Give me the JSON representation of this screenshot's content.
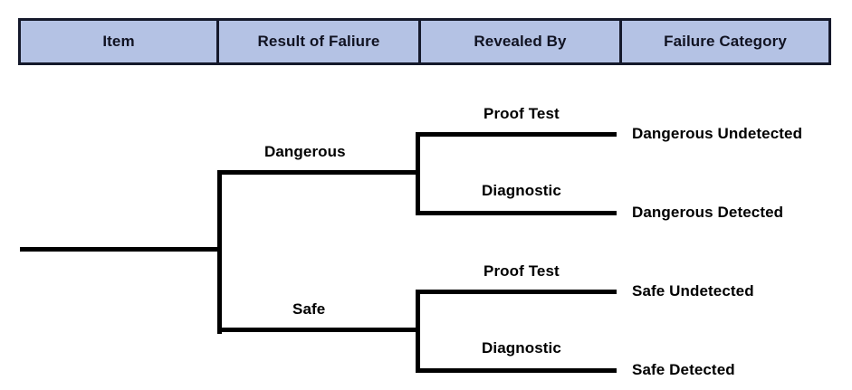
{
  "diagram": {
    "type": "failure-classification-tree",
    "header": {
      "columns": [
        {
          "label": "Item"
        },
        {
          "label": "Result of Faliure"
        },
        {
          "label": "Revealed By"
        },
        {
          "label": "Failure Category"
        }
      ],
      "fill_color": "#b4c2e4",
      "border_color": "#15192b"
    },
    "tree": {
      "line_color": "#000000",
      "root": {
        "label": ""
      },
      "branches": [
        {
          "label": "Dangerous",
          "children": [
            {
              "revealed_by": "Proof Test",
              "category": "Dangerous Undetected"
            },
            {
              "revealed_by": "Diagnostic",
              "category": "Dangerous Detected"
            }
          ]
        },
        {
          "label": "Safe",
          "children": [
            {
              "revealed_by": "Proof Test",
              "category": "Safe Undetected"
            },
            {
              "revealed_by": "Diagnostic",
              "category": "Safe Detected"
            }
          ]
        }
      ]
    }
  }
}
